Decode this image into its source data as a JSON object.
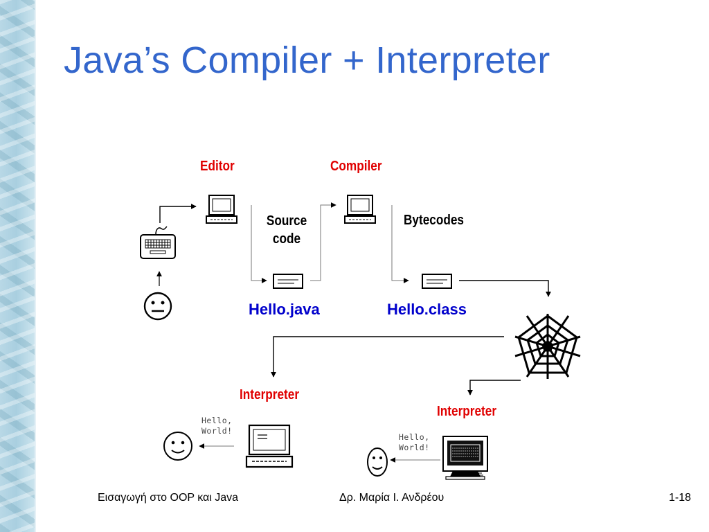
{
  "slide": {
    "title": "Java’s Compiler + Interpreter"
  },
  "diagram": {
    "editor_label": "Editor",
    "compiler_label": "Compiler",
    "source_code_label_line1": "Source",
    "source_code_label_line2": "code",
    "bytecodes_label": "Bytecodes",
    "source_file_label": "Hello.java",
    "class_file_label": "Hello.class",
    "interpreter_left_label": "Interpreter",
    "interpreter_right_label": "Interpreter",
    "output_left_line1": "Hello,",
    "output_left_line2": "World!",
    "output_right_line1": "Hello,",
    "output_right_line2": "World!"
  },
  "footer": {
    "left_text": "Εισαγωγή στο OOP και Java",
    "center_text": "Δρ. Μαρία Ι. Ανδρέου",
    "page_number": "1-18"
  },
  "colors": {
    "title": "#3366cc",
    "red_label": "#e00000",
    "file_label": "#0000cc"
  }
}
